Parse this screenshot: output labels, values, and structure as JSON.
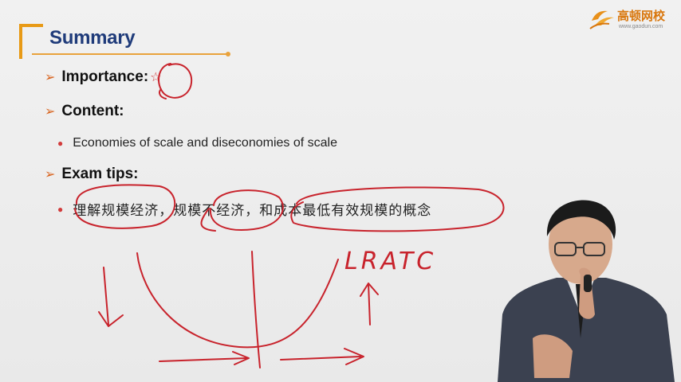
{
  "slide": {
    "title": "Summary",
    "sections": [
      {
        "heading": "Importance:",
        "star": "☆"
      },
      {
        "heading": "Content:",
        "bullet": "Economies of scale and diseconomies of scale"
      },
      {
        "heading": "Exam tips:",
        "bullet": "理解规模经济，规模不经济，和成本最低有效规模的概念"
      }
    ]
  },
  "logo": {
    "name": "高顿网校",
    "url": "www.gaodun.com",
    "icon": "gaodun-logo-icon"
  },
  "annotation": {
    "text": "LRATC",
    "color": "#c8232c"
  },
  "colors": {
    "accent": "#e89a16",
    "title": "#1f3b7a",
    "bullet_arrow": "#d8641f",
    "ink": "#c8232c"
  }
}
